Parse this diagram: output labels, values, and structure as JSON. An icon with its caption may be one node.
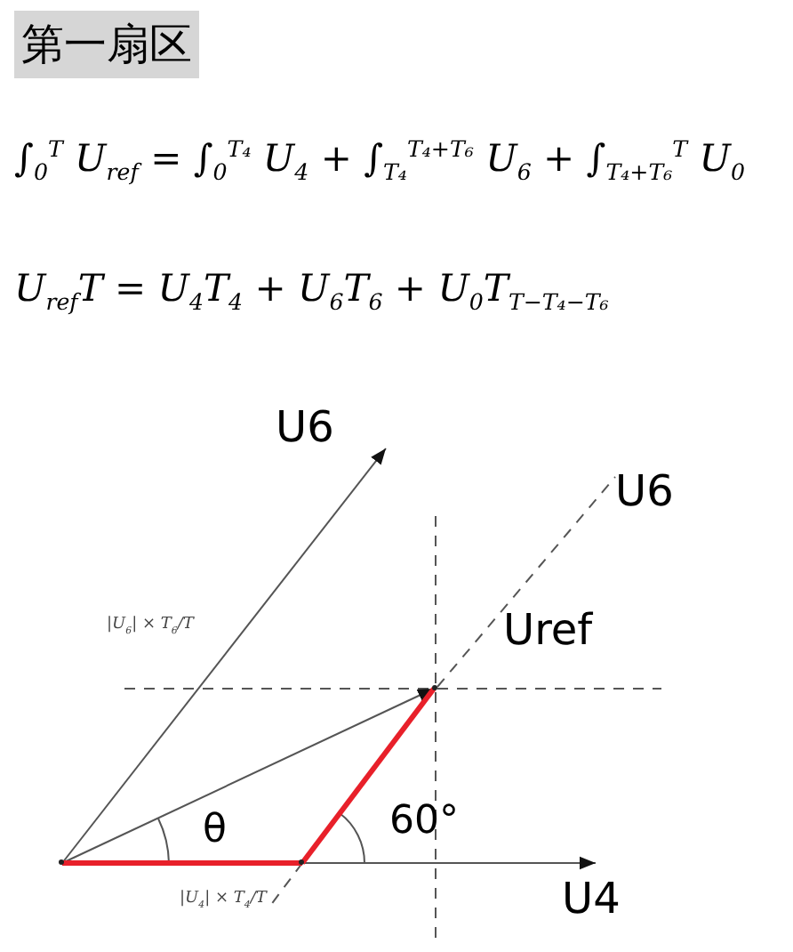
{
  "diagram": {
    "title": "第一扇区",
    "nodes": [
      {
        "text": [],
        "shape": "point"
      },
      {
        "text": [
          "U6"
        ]
      },
      {
        "text": [
          "U4"
        ]
      },
      {
        "text": [],
        "shape": "point",
        "beside": [
          "Uref"
        ]
      },
      {
        "text": [],
        "shape": "point"
      },
      {
        "text": [
          "U6"
        ]
      }
    ],
    "edges": [
      {
        "from": 0,
        "to": 1,
        "arrow": "to"
      },
      {
        "from": 0,
        "to": 2,
        "arrow": "to"
      },
      {
        "from": 0,
        "to": 3,
        "arrow": "to"
      },
      {
        "from": 0,
        "to": 4,
        "arrow": "none",
        "color": "#e8202a",
        "style": "thick"
      },
      {
        "from": 4,
        "to": 3,
        "arrow": "none",
        "color": "#e8202a",
        "style": "thick"
      },
      {
        "from": 3,
        "to": 5,
        "arrow": "none",
        "style": "dashed"
      }
    ],
    "labels": [
      "∫$_{0}$$^{T}$ U$_{ref}$ = ∫$_{0}$$^{T₄}$ U$_{4}$ + ∫$_{T₄}$$^{T₄+T₆}$ U$_{6}$ + ∫$_{T₄+T₆}$$^{T}$ U$_{0}$",
      "U$_{ref}$T = U$_{4}$T$_{4}$ + U$_{6}$T$_{6}$ + U$_{0}$T$_{T−T₄−T₆}$",
      "|U$_{6}$| × T$_{6}$/T",
      "θ",
      "60°",
      "|U$_{4}$| × T$_{4}$/T"
    ]
  }
}
